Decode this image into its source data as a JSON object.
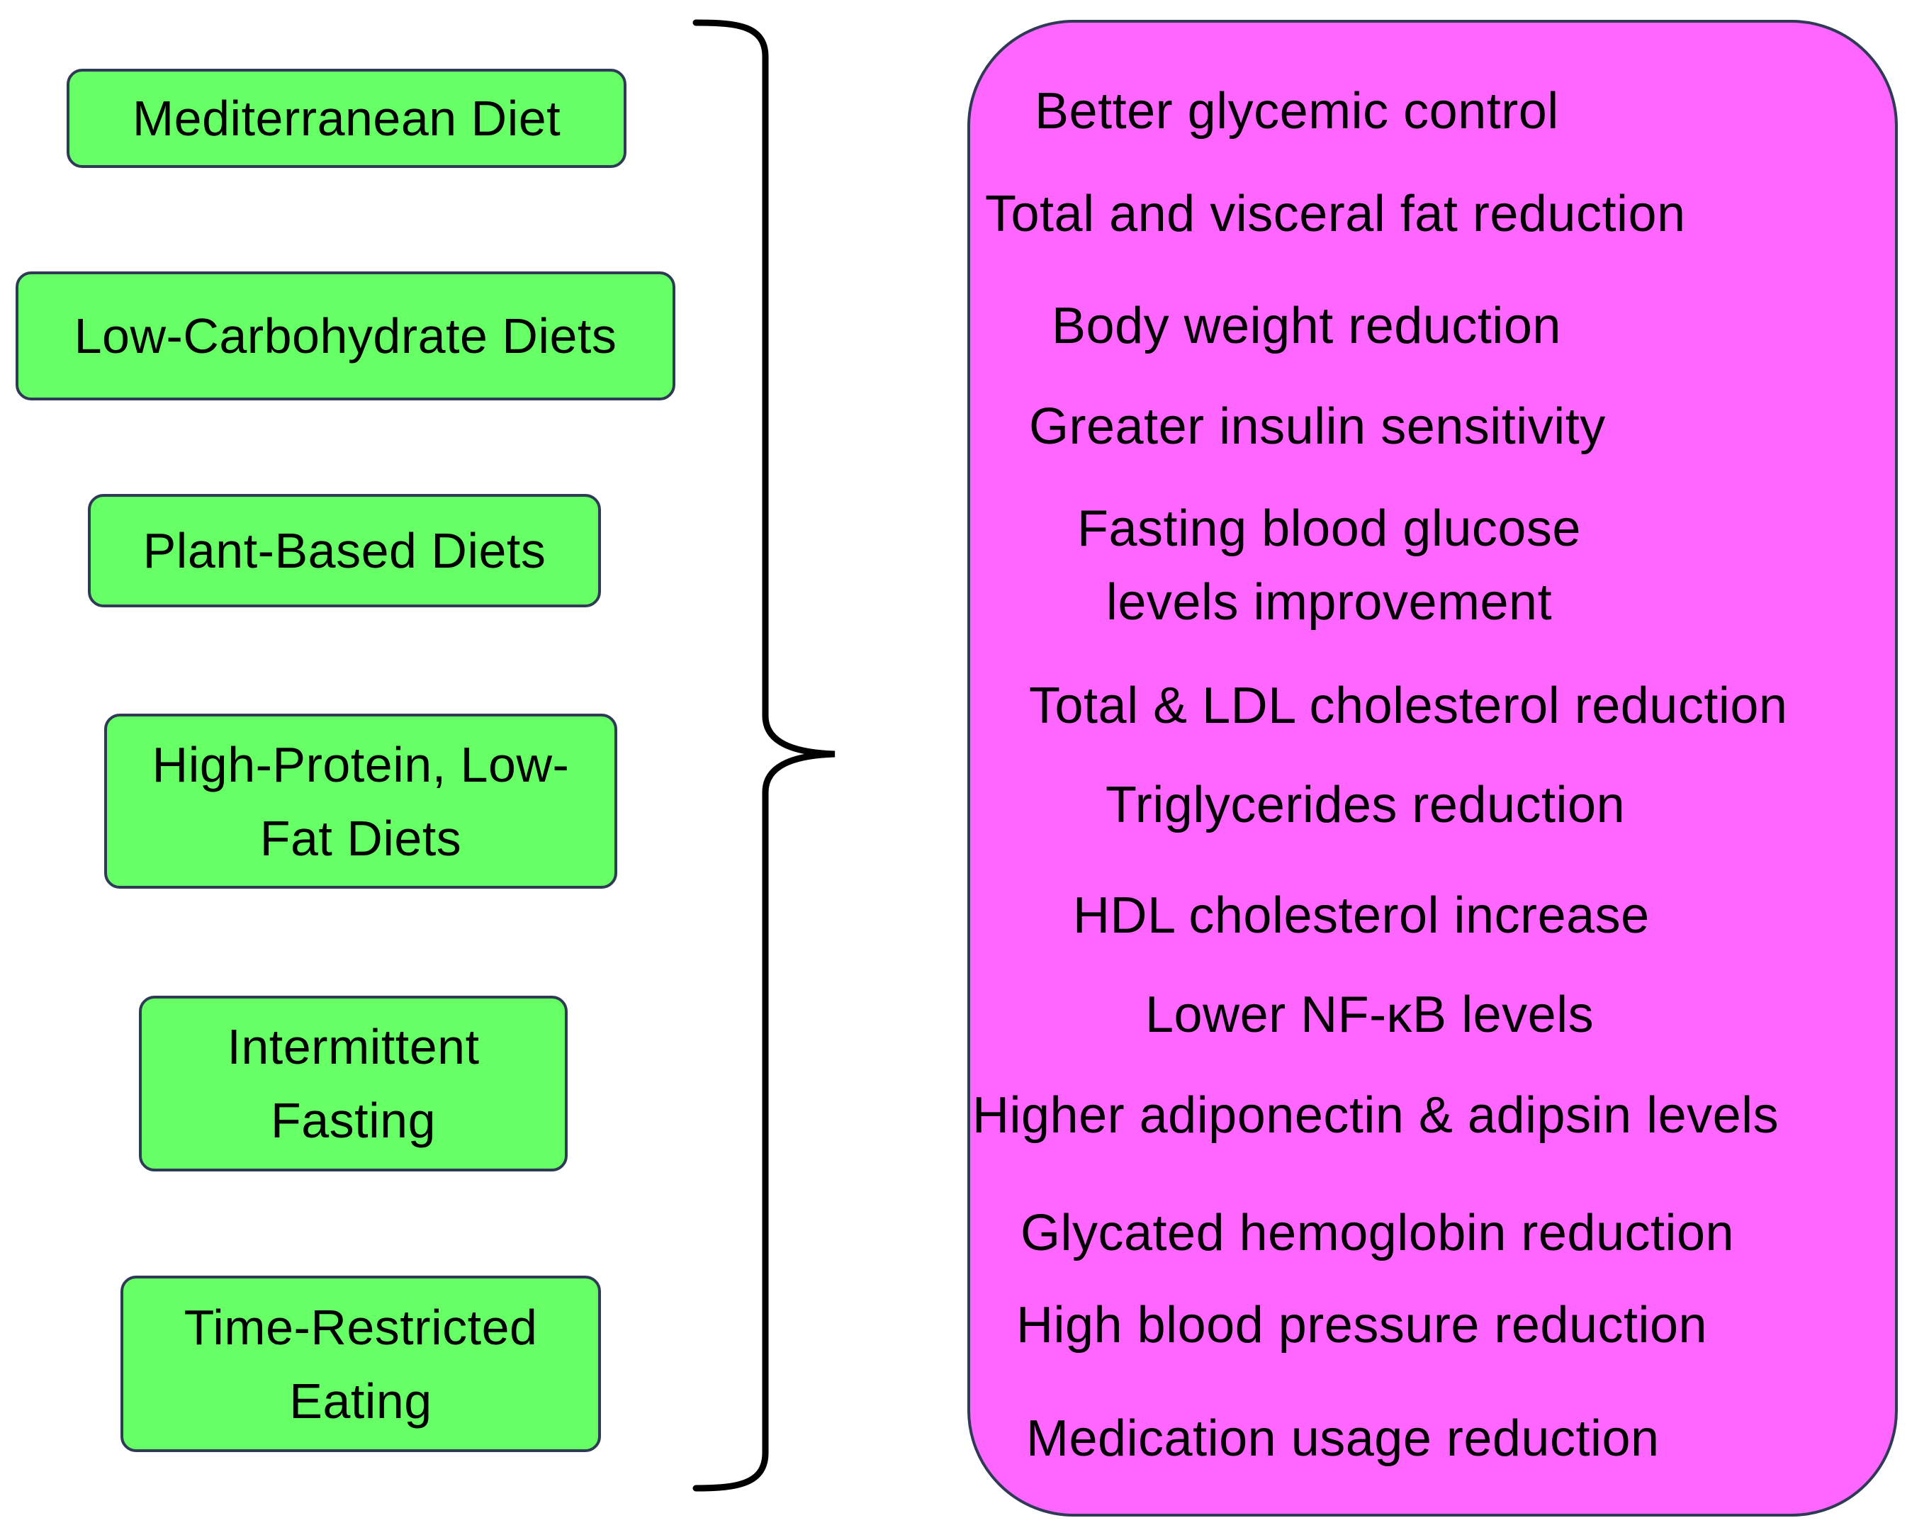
{
  "diets": [
    {
      "label": "Mediterranean Diet"
    },
    {
      "label": "Low-Carbohydrate Diets"
    },
    {
      "label": "Plant-Based Diets"
    },
    {
      "label": "High-Protein, Low-\nFat Diets"
    },
    {
      "label": "Intermittent\nFasting"
    },
    {
      "label": "Time-Restricted\nEating"
    }
  ],
  "outcomes": [
    {
      "label": "Better glycemic control"
    },
    {
      "label": "Total and visceral fat reduction"
    },
    {
      "label": "Body weight reduction"
    },
    {
      "label": "Greater insulin sensitivity"
    },
    {
      "label": "Fasting blood glucose\nlevels improvement"
    },
    {
      "label": "Total & LDL cholesterol reduction"
    },
    {
      "label": "Triglycerides reduction"
    },
    {
      "label": "HDL cholesterol increase"
    },
    {
      "label": "Lower NF-κB levels"
    },
    {
      "label": "Higher adiponectin & adipsin levels"
    },
    {
      "label": "Glycated hemoglobin reduction"
    },
    {
      "label": "High blood pressure reduction"
    },
    {
      "label": "Medication usage reduction"
    }
  ],
  "colors": {
    "diet_box_fill": "#66ff66",
    "outcome_panel_fill": "#ff66ff",
    "border": "#2f3a55",
    "brace": "#000000"
  }
}
